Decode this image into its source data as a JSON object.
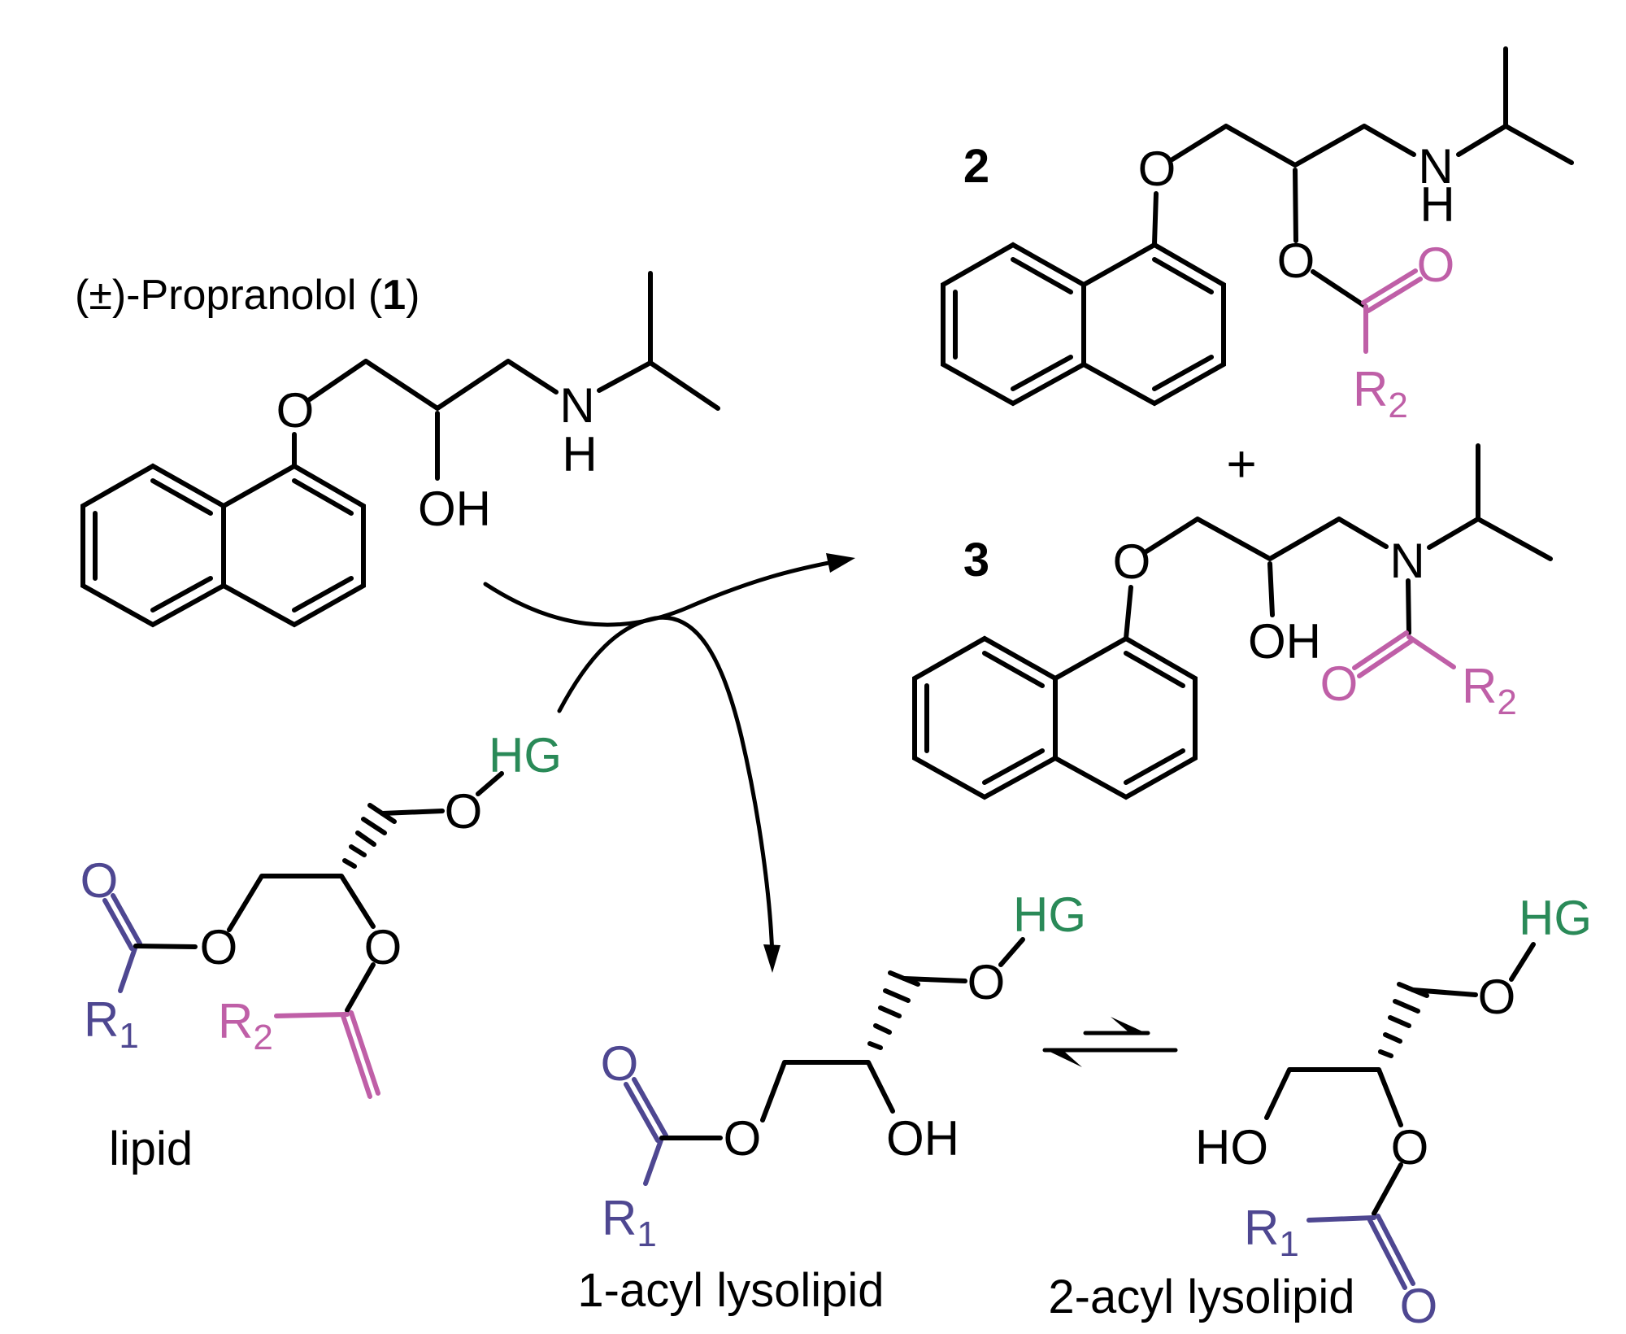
{
  "colors": {
    "r1_blue": "#4e4791",
    "r2_pink": "#bf5fa7",
    "hg_green": "#2a8a58",
    "bond_black": "#000000",
    "background": "#ffffff"
  },
  "labels": {
    "compound1_prefix": "(±)-Propranolol (",
    "compound1_number": "1",
    "compound1_suffix": ")",
    "compound2_number": "2",
    "compound3_number": "3",
    "plus_sign": "+",
    "lipid": "lipid",
    "lysolipid_1acyl": "1-acyl lysolipid",
    "lysolipid_2acyl": "2-acyl lysolipid"
  },
  "atoms": {
    "oxygen": "O",
    "nitrogen": "N",
    "hydrogen": "H",
    "hydroxyl": "OH",
    "hydroxyl_reversed": "HO",
    "headgroup": "HG",
    "r_symbol": "R",
    "sub_1": "1",
    "sub_2": "2"
  }
}
